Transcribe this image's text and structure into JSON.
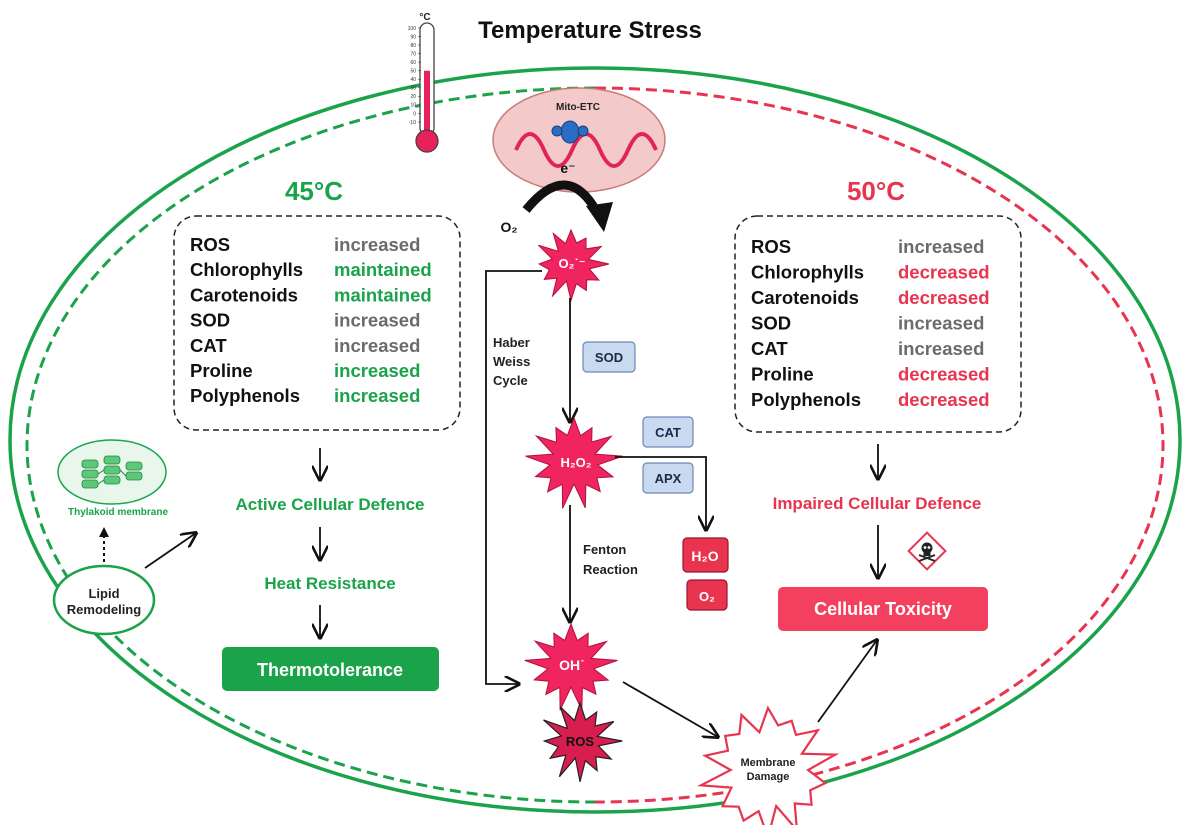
{
  "title": "Temperature Stress",
  "thermometer_unit": "°C",
  "thermometer_ticks": [
    "100",
    "90",
    "80",
    "70",
    "60",
    "50",
    "40",
    "30",
    "20",
    "10",
    "0",
    "-10"
  ],
  "thermometer_level_celsius": 50,
  "colors": {
    "green": "#1aa34a",
    "red": "#e8344e",
    "pink": "#f0245e",
    "enzyme_fill": "#c9d9f0"
  },
  "left_panel": {
    "temperature": "45°C",
    "rows": [
      {
        "name": "ROS",
        "value": "increased",
        "tone": "gray"
      },
      {
        "name": "Chlorophylls",
        "value": "maintained",
        "tone": "green"
      },
      {
        "name": "Carotenoids",
        "value": "maintained",
        "tone": "green"
      },
      {
        "name": "SOD",
        "value": "increased",
        "tone": "gray"
      },
      {
        "name": "CAT",
        "value": "increased",
        "tone": "gray"
      },
      {
        "name": "Proline",
        "value": "increased",
        "tone": "green"
      },
      {
        "name": "Polyphenols",
        "value": "increased",
        "tone": "green"
      }
    ],
    "flow": [
      "Active Cellular Defence",
      "Heat Resistance"
    ],
    "result": "Thermotolerance"
  },
  "right_panel": {
    "temperature": "50°C",
    "rows": [
      {
        "name": "ROS",
        "value": "increased",
        "tone": "gray"
      },
      {
        "name": "Chlorophylls",
        "value": "decreased",
        "tone": "red"
      },
      {
        "name": "Carotenoids",
        "value": "decreased",
        "tone": "red"
      },
      {
        "name": "SOD",
        "value": "increased",
        "tone": "gray"
      },
      {
        "name": "CAT",
        "value": "increased",
        "tone": "gray"
      },
      {
        "name": "Proline",
        "value": "decreased",
        "tone": "red"
      },
      {
        "name": "Polyphenols",
        "value": "decreased",
        "tone": "red"
      }
    ],
    "flow": [
      "Impaired Cellular Defence"
    ],
    "result": "Cellular Toxicity",
    "hazard_icon": "skull-crossbones-icon"
  },
  "center": {
    "mito_label": "Mito-ETC",
    "electron": "e⁻",
    "oxygen": "O₂",
    "superoxide": "O₂˙⁻",
    "sod": "SOD",
    "h2o2": "H₂O₂",
    "cat": "CAT",
    "apx": "APX",
    "water": "H₂O",
    "product_oxygen": "O₂",
    "fenton": [
      "Fenton",
      "Reaction"
    ],
    "haber_weiss": [
      "Haber",
      "Weiss",
      "Cycle"
    ],
    "hydroxyl": "OH˙",
    "ros": "ROS",
    "membrane_damage": [
      "Membrane",
      "Damage"
    ]
  },
  "lipid": {
    "label": [
      "Lipid",
      "Remodeling"
    ],
    "thylakoid_label": "Thylakoid membrane"
  }
}
